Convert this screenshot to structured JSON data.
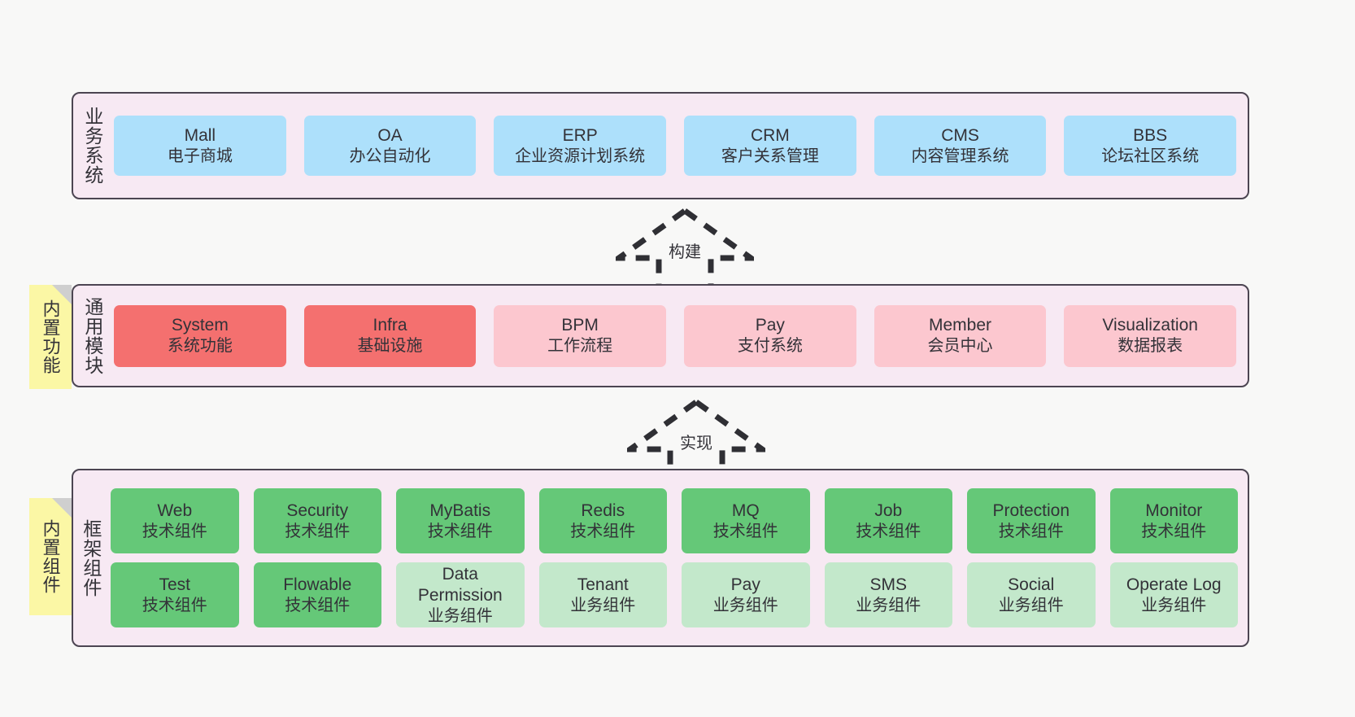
{
  "diagram": {
    "background_color": "#f8f8f7",
    "panel_color": "#f7e9f3",
    "panel_border_color": "#4c4552",
    "note_color": "#fbf7a5"
  },
  "notes": [
    {
      "label": "内置功能",
      "name": "builtin-features"
    },
    {
      "label": "内置组件",
      "name": "builtin-components"
    }
  ],
  "arrows": [
    {
      "label": "构建",
      "name": "build-arrow",
      "style": "dashed-hollow-generalization",
      "direction": "up"
    },
    {
      "label": "实现",
      "name": "implement-arrow",
      "style": "dashed-hollow-generalization",
      "direction": "up"
    }
  ],
  "layers": [
    {
      "id": "business",
      "title": "业务系统",
      "color": "#ade0fb",
      "rows": [
        [
          {
            "name": "Mall",
            "desc": "电子商城",
            "color": "#ade0fb"
          },
          {
            "name": "OA",
            "desc": "办公自动化",
            "color": "#ade0fb"
          },
          {
            "name": "ERP",
            "desc": "企业资源计划系统",
            "color": "#ade0fb"
          },
          {
            "name": "CRM",
            "desc": "客户关系管理",
            "color": "#ade0fb"
          },
          {
            "name": "CMS",
            "desc": "内容管理系统",
            "color": "#ade0fb"
          },
          {
            "name": "BBS",
            "desc": "论坛社区系统",
            "color": "#ade0fb"
          }
        ]
      ]
    },
    {
      "id": "modules",
      "title": "通用模块",
      "rows": [
        [
          {
            "name": "System",
            "desc": "系统功能",
            "color": "#f4706f"
          },
          {
            "name": "Infra",
            "desc": "基础设施",
            "color": "#f4706f"
          },
          {
            "name": "BPM",
            "desc": "工作流程",
            "color": "#fcc7cf"
          },
          {
            "name": "Pay",
            "desc": "支付系统",
            "color": "#fcc7cf"
          },
          {
            "name": "Member",
            "desc": "会员中心",
            "color": "#fcc7cf"
          },
          {
            "name": "Visualization",
            "desc": "数据报表",
            "color": "#fcc7cf"
          }
        ]
      ]
    },
    {
      "id": "framework",
      "title": "框架组件",
      "rows": [
        [
          {
            "name": "Web",
            "desc": "技术组件",
            "color": "#65c878"
          },
          {
            "name": "Security",
            "desc": "技术组件",
            "color": "#65c878"
          },
          {
            "name": "MyBatis",
            "desc": "技术组件",
            "color": "#65c878"
          },
          {
            "name": "Redis",
            "desc": "技术组件",
            "color": "#65c878"
          },
          {
            "name": "MQ",
            "desc": "技术组件",
            "color": "#65c878"
          },
          {
            "name": "Job",
            "desc": "技术组件",
            "color": "#65c878"
          },
          {
            "name": "Protection",
            "desc": "技术组件",
            "color": "#65c878"
          },
          {
            "name": "Monitor",
            "desc": "技术组件",
            "color": "#65c878"
          }
        ],
        [
          {
            "name": "Test",
            "desc": "技术组件",
            "color": "#65c878"
          },
          {
            "name": "Flowable",
            "desc": "技术组件",
            "color": "#65c878"
          },
          {
            "name": "Data Permission",
            "desc": "业务组件",
            "color": "#c3e8cb"
          },
          {
            "name": "Tenant",
            "desc": "业务组件",
            "color": "#c3e8cb"
          },
          {
            "name": "Pay",
            "desc": "业务组件",
            "color": "#c3e8cb"
          },
          {
            "name": "SMS",
            "desc": "业务组件",
            "color": "#c3e8cb"
          },
          {
            "name": "Social",
            "desc": "业务组件",
            "color": "#c3e8cb"
          },
          {
            "name": "Operate Log",
            "desc": "业务组件",
            "color": "#c3e8cb"
          }
        ]
      ]
    }
  ]
}
